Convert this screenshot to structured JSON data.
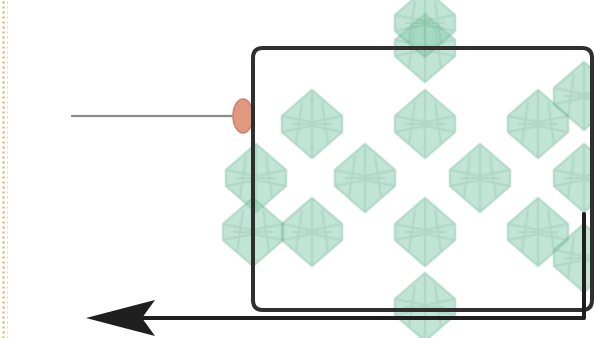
{
  "colors": {
    "background": "#ffffff",
    "loop_stroke": "#2f2f2f",
    "return_arrow": "#1f1f1f",
    "input_line": "#8d8d8d",
    "node": "#e2987e",
    "node_stroke": "#cf7f6b",
    "crystal_fill": "#8fd0b2",
    "crystal_stroke": "#6db596",
    "crystal_opacity": 0.55,
    "border_dots": "#d8b36a"
  },
  "diagram": {
    "loop_shape": "rounded-rectangle",
    "crystal_count": 16,
    "crystal_style": "faceted-octahedron",
    "return_arrow_direction": "left",
    "labels": []
  }
}
